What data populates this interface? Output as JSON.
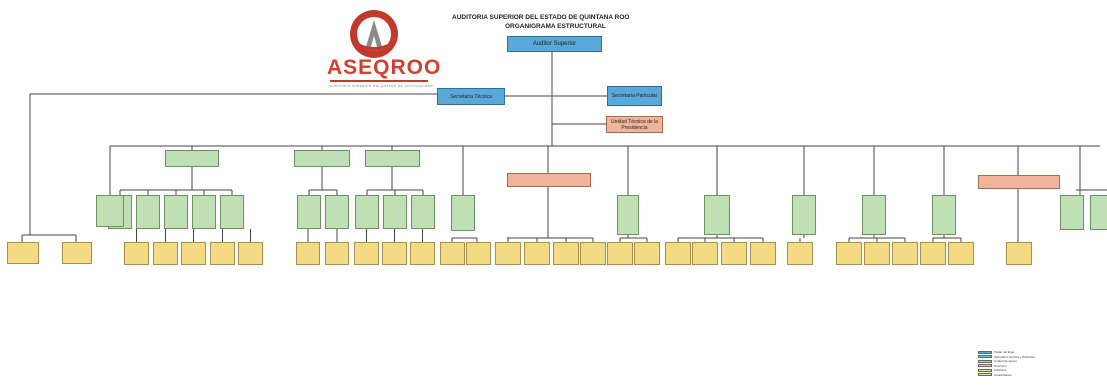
{
  "logo": {
    "name": "ASEQROO",
    "subtitle": "AUDITORÍA SUPERIOR DEL ESTADO DE QUINTANA ROO"
  },
  "title": {
    "line1": "AUDITORIA SUPERIOR DEL ESTADO DE QUINTANA ROO",
    "line2": "ORGANIGRAMA ESTRUCTURAL"
  },
  "top": {
    "label": "Auditor Superior"
  },
  "staff": {
    "left": "Secretaría Técnica",
    "right": "Secretaría Particular",
    "unit": "Unidad Técnica de la Presidencia"
  },
  "colors": {
    "blue": "#5aa8da",
    "salmon": "#f0b49a",
    "green": "#bfe0b5",
    "yellow": "#f4da83"
  },
  "legend": [
    {
      "label": "Titular del Ente",
      "color": "#5aa8da"
    },
    {
      "label": "Secretaría Técnica y Particular",
      "color": "#7fbfe6"
    },
    {
      "label": "Unidad de Apoyo",
      "color": "#f0b49a"
    },
    {
      "label": "Dirección",
      "color": "#bfe0b5"
    },
    {
      "label": "Auditoría",
      "color": "#f4da83"
    },
    {
      "label": "Coordinación",
      "color": "#e9e2c2"
    }
  ]
}
